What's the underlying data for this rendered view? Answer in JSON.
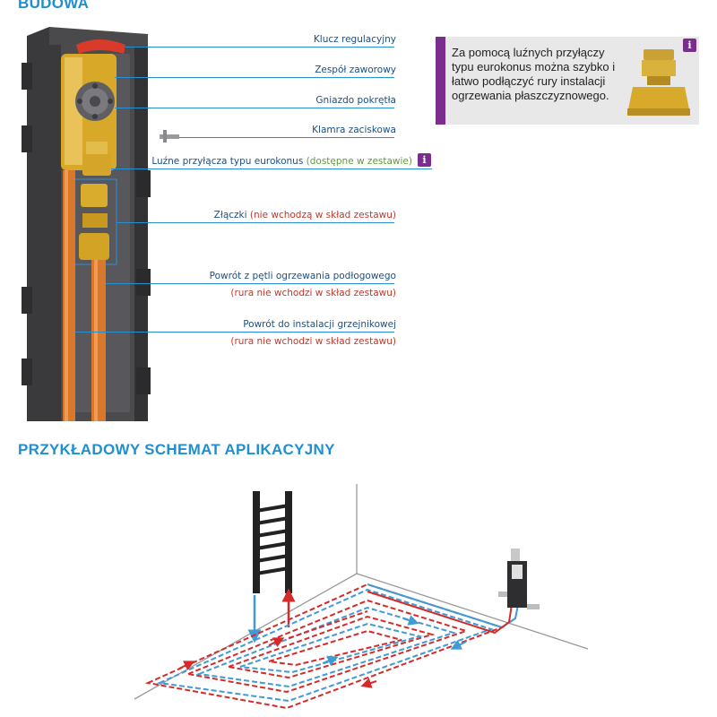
{
  "sections": {
    "budowa_title": "BUDOWA",
    "schemat_title": "PRZYKŁADOWY SCHEMAT APLIKACYJNY"
  },
  "callouts": [
    {
      "id": "klucz",
      "text": "Klucz regulacyjny",
      "color": "blue"
    },
    {
      "id": "zespol",
      "text": "Zespół zaworowy",
      "color": "blue"
    },
    {
      "id": "gniazdo",
      "text": "Gniazdo pokrętła",
      "color": "blue"
    },
    {
      "id": "klamra",
      "text": "Klamra zaciskowa",
      "color": "blue"
    },
    {
      "id": "luzne",
      "text": "Luźne przyłącza typu eurokonus",
      "note": "(dostępne w zestawie)",
      "note_color": "green"
    },
    {
      "id": "zlaczki",
      "text": "Złączki",
      "note": "(nie wchodzą w skład zestawu)",
      "note_color": "red"
    },
    {
      "id": "powrot_petli",
      "text": "Powrót z pętli ogrzewania podłogowego",
      "note": "(rura nie wchodzi w skład zestawu)",
      "note_color": "red"
    },
    {
      "id": "powrot_grzej",
      "text": "Powrót do instalacji grzejnikowej",
      "note": "(rura nie wchodzi w skład zestawu)",
      "note_color": "red"
    }
  ],
  "info_box": {
    "text": "Za pomocą luźnych przyłączy typu eurokonus można szybko i łatwo podłączyć rury instalacji ogrzewania płaszczyznowego.",
    "icon": "info-icon",
    "accent_color": "#7b2d8e"
  },
  "colors": {
    "heading": "#1f8fd0",
    "leader": "#2a8fd0",
    "housing": "#3a3a3c",
    "brass": "#d8a928",
    "pipe_copper": "#d9782b",
    "supply_red": "#d62a2a",
    "return_blue": "#3f9ad6"
  }
}
